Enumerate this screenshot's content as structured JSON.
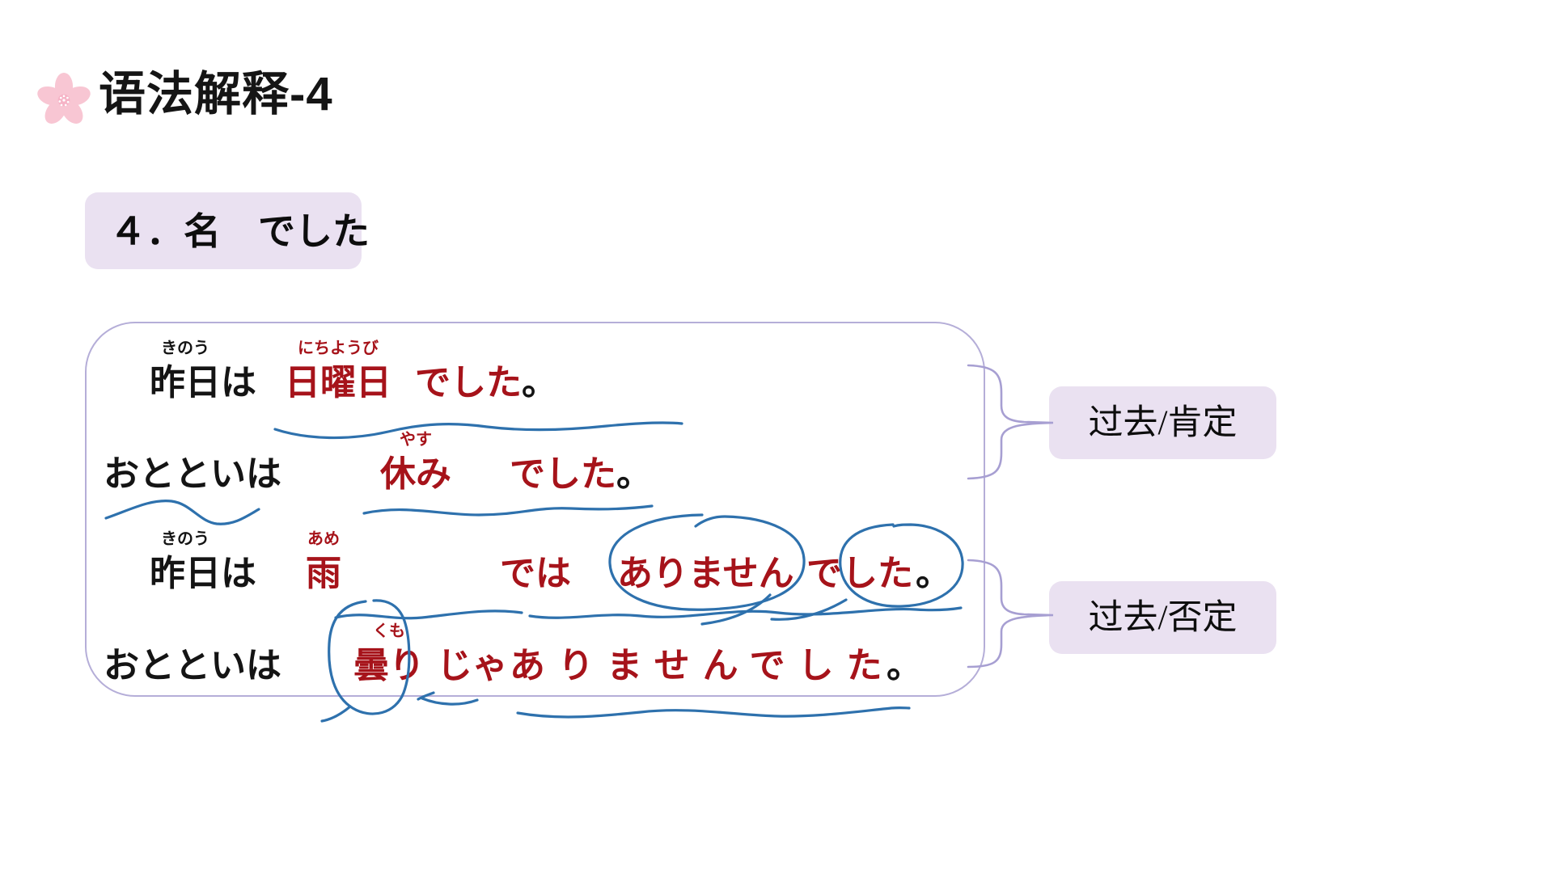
{
  "slide": {
    "title": "语法解释-4",
    "grammar_heading": "４．名　でした",
    "right_labels": [
      {
        "text": "过去/肯定"
      },
      {
        "text": "过去/否定"
      }
    ],
    "sentences": [
      {
        "words": [
          {
            "t": "昨日は",
            "furi": "きのう"
          },
          {
            "t": "日曜日",
            "furi": "にちようび"
          },
          {
            "t": "でした"
          },
          {
            "t": "。"
          }
        ]
      },
      {
        "words": [
          {
            "t": "おとといは"
          },
          {
            "t": "休み",
            "furi": "やす"
          },
          {
            "t": "でした"
          },
          {
            "t": "。"
          }
        ]
      },
      {
        "words": [
          {
            "t": "昨日は",
            "furi": "きのう"
          },
          {
            "t": "雨",
            "furi": "あめ"
          },
          {
            "t": "では"
          },
          {
            "t": "ありません"
          },
          {
            "t": "でした"
          },
          {
            "t": "。"
          }
        ]
      },
      {
        "words": [
          {
            "t": "おとといは"
          },
          {
            "t": "曇り",
            "furi": "くも"
          },
          {
            "t": "じゃ"
          },
          {
            "t": "ありませんでした"
          },
          {
            "t": "。"
          }
        ]
      }
    ],
    "icons": {
      "sakura": "sakura-flower-icon"
    },
    "colors": {
      "text_black": "#141414",
      "accent_red": "#a6131a",
      "annotation_blue": "#2e71ad",
      "lavender_box": "#eae1f1",
      "example_box_border": "#b5aed8",
      "brace": "#a79fd2",
      "sakura_pink": "#f8c6d3"
    }
  }
}
